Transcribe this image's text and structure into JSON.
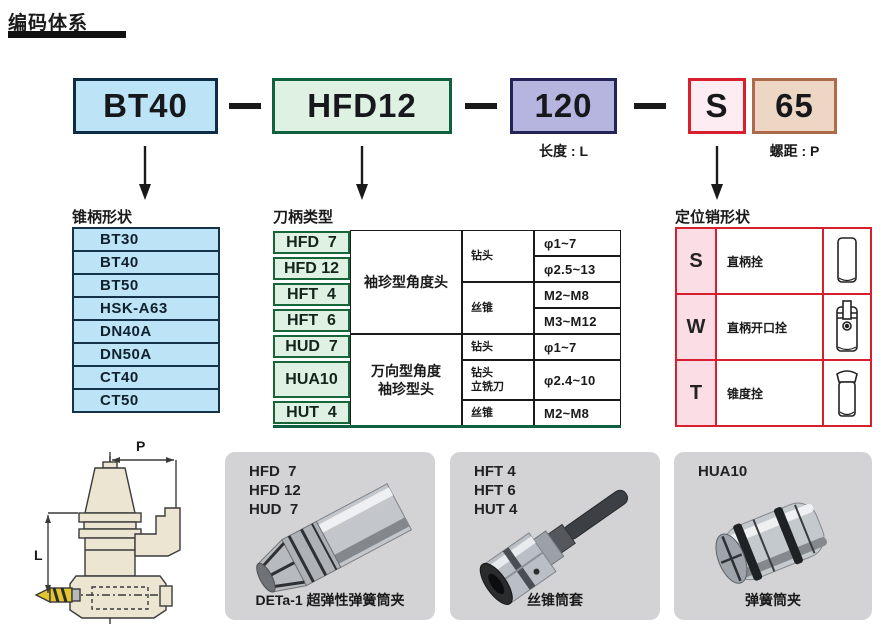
{
  "page": {
    "title": "编码体系"
  },
  "colors": {
    "blue_fill": "#bce4f6",
    "blue_border": "#0d2c45",
    "green_fill": "#def1e3",
    "green_border": "#0f6140",
    "purple_fill": "#b6b5df",
    "purple_border": "#23235a",
    "pink_fill": "#fdedf2",
    "red_border": "#d71f2e",
    "tan_fill": "#eed6c4",
    "tan_border": "#ae6b4c",
    "pink_cell": "#fbdde6",
    "panel_gray": "#d3d3d5",
    "ink": "#1a1a1a"
  },
  "code_row": {
    "segments": [
      {
        "text": "BT40",
        "fill": "#bce4f6",
        "border": "#0d2c45",
        "label": ""
      },
      {
        "text": "HFD12",
        "fill": "#def1e3",
        "border": "#0f6140",
        "label": ""
      },
      {
        "text": "120",
        "fill": "#b6b5df",
        "border": "#23235a",
        "label": "长度 : L"
      },
      {
        "text": "S",
        "fill": "#fdedf2",
        "border": "#d71f2e",
        "label": ""
      },
      {
        "text": "65",
        "fill": "#eed6c4",
        "border": "#ae6b4c",
        "label": "螺距 : P"
      }
    ]
  },
  "taper_table": {
    "title": "锥柄形状",
    "rows": [
      "BT30",
      "BT40",
      "BT50",
      "HSK-A63",
      "DN40A",
      "DN50A",
      "CT40",
      "CT50"
    ]
  },
  "holder_table": {
    "title": "刀柄类型",
    "models": [
      "HFD  7",
      "HFD 12",
      "HFT  4",
      "HFT  6",
      "HUD  7",
      "HUA10",
      "HUT  4"
    ],
    "type_cells": [
      {
        "lines": [
          "袖珍型角度头"
        ],
        "span": 4
      },
      {
        "lines": [
          "万向型角度",
          "袖珍型头"
        ],
        "span": 3
      }
    ],
    "tool_cells": [
      {
        "lines": [
          "钻头"
        ],
        "span": 2
      },
      {
        "lines": [
          "丝锥"
        ],
        "span": 2
      },
      {
        "lines": [
          "钻头"
        ],
        "span": 1
      },
      {
        "lines": [
          "钻头",
          "立铣刀"
        ],
        "span": 1
      },
      {
        "lines": [
          "丝锥"
        ],
        "span": 1
      }
    ],
    "range_cells": [
      "φ1~7",
      "φ2.5~13",
      "M2~M8",
      "M3~M12",
      "φ1~7",
      "φ2.4~10",
      "M2~M8"
    ]
  },
  "pin_table": {
    "title": "定位销形状",
    "rows": [
      {
        "code": "S",
        "name": "直柄拴",
        "icon": "straight-pin-icon"
      },
      {
        "code": "W",
        "name": "直柄开口拴",
        "icon": "open-pin-icon"
      },
      {
        "code": "T",
        "name": "锥度拴",
        "icon": "taper-pin-icon"
      }
    ]
  },
  "diagram": {
    "dim_top": "P",
    "dim_left": "L"
  },
  "product_panels": [
    {
      "models": [
        "HFD  7",
        "HFD 12",
        "HUD  7"
      ],
      "caption": "DETa-1 超弹性弹簧筒夹",
      "art": "collet-large"
    },
    {
      "models": [
        "HFT 4",
        "HFT 6",
        "HUT 4"
      ],
      "caption": "丝锥筒套",
      "art": "tap-sleeve"
    },
    {
      "models": [
        "HUA10"
      ],
      "caption": "弹簧筒夹",
      "art": "collet-small"
    }
  ]
}
